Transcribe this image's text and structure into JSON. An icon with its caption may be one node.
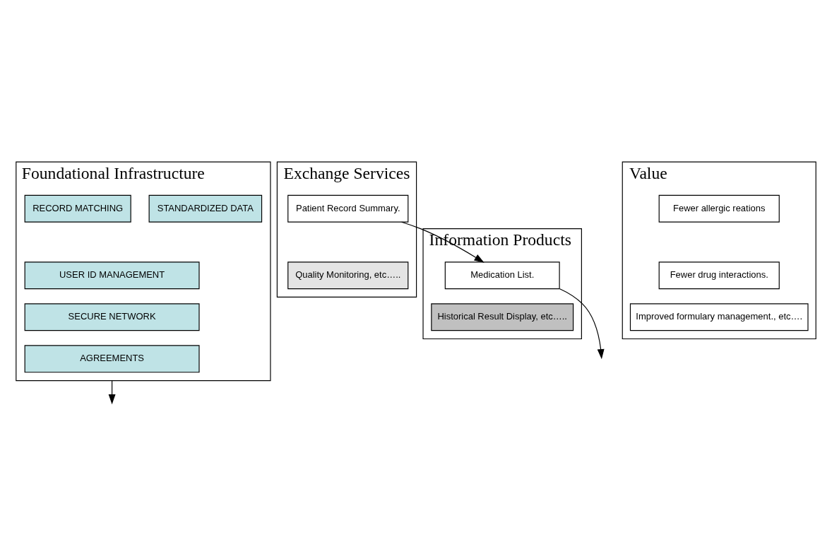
{
  "diagram": {
    "nodes": [
      {
        "text": [
          "Foundational Infrastructure"
        ]
      },
      {
        "text": [
          "RECORD MATCHING"
        ],
        "in": 0
      },
      {
        "text": [
          "STANDARDIZED DATA"
        ],
        "in": 0
      },
      {
        "text": [
          "USER ID MANAGEMENT"
        ],
        "in": 0
      },
      {
        "text": [
          "SECURE NETWORK"
        ],
        "in": 0
      },
      {
        "text": [
          "AGREEMENTS"
        ],
        "in": 0
      },
      {
        "text": [
          "Exchange Services"
        ]
      },
      {
        "text": [
          "Patient Record Summary."
        ],
        "in": 6
      },
      {
        "text": [
          "Quality Monitoring, etc….."
        ],
        "in": 6
      },
      {
        "text": [
          "Information Products"
        ]
      },
      {
        "text": [
          "Medication List."
        ],
        "in": 9
      },
      {
        "text": [
          "Historical Result Display, etc….."
        ],
        "in": 9
      },
      {
        "text": [
          "Value"
        ]
      },
      {
        "text": [
          "Fewer allergic reations"
        ],
        "in": 12
      },
      {
        "text": [
          "Fewer drug interactions."
        ],
        "in": 12
      },
      {
        "text": [
          "Improved formulary management., etc…."
        ],
        "in": 12
      }
    ],
    "edges": [
      {
        "from": 0,
        "to": null,
        "arrow": "to"
      },
      {
        "from": 7,
        "to": 10,
        "arrow": "to"
      },
      {
        "from": 10,
        "to": null,
        "arrow": "to"
      }
    ]
  }
}
